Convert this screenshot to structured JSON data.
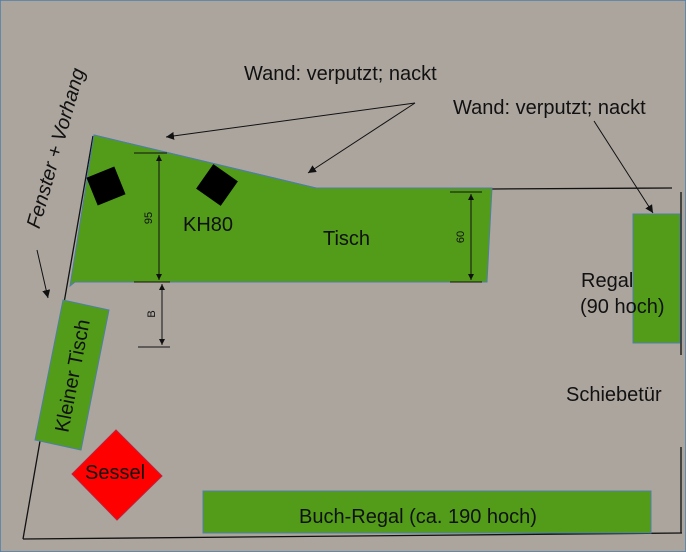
{
  "colors": {
    "background": "#aca59e",
    "furniture": "#529c1a",
    "furniture_outline": "#4f7fa8",
    "chair": "#ff0000",
    "speaker": "#000000"
  },
  "labels": {
    "window": "Fenster + Vorhang",
    "wall_top": "Wand: verputzt; nackt",
    "wall_right": "Wand: verputzt; nackt",
    "speaker_model": "KH80",
    "desk": "Tisch",
    "shelf_small_line1": "Regal",
    "shelf_small_line2": "(90 hoch)",
    "sliding_door": "Schiebetür",
    "small_table": "Kleiner Tisch",
    "armchair": "Sessel",
    "bookshelf": "Buch-Regal (ca. 190 hoch)"
  },
  "dimensions": {
    "desk_depth_left": "95",
    "desk_depth_right": "60",
    "gap": "B"
  },
  "icons": {
    "speaker_left": "speaker-box",
    "speaker_right": "speaker-box"
  }
}
